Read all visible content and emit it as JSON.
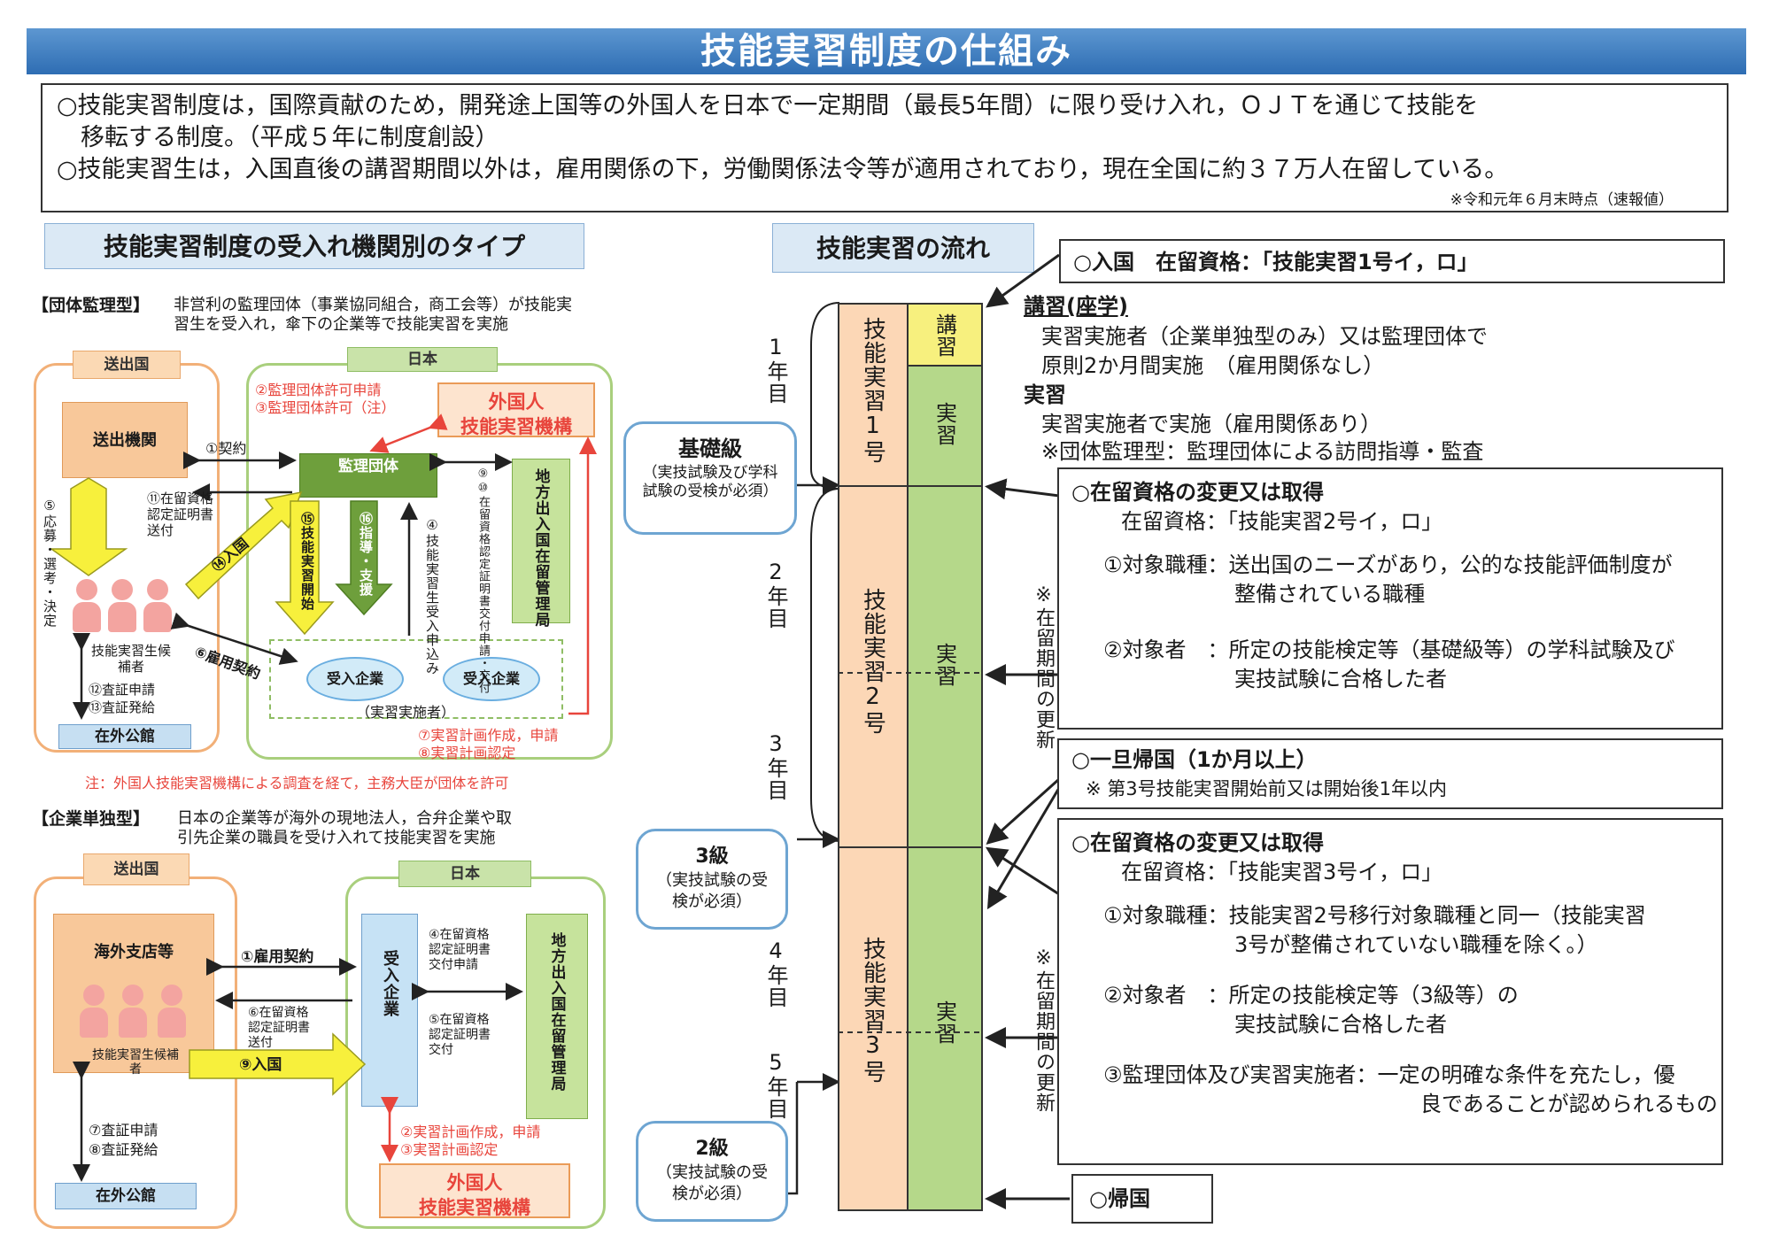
{
  "title": "技能実習制度の仕組み",
  "intro": {
    "line1": "○技能実習制度は，国際貢献のため，開発途上国等の外国人を日本で一定期間（最長5年間）に限り受け入れ，ＯＪＴを通じて技能を",
    "line2": "　移転する制度。（平成５年に制度創設）",
    "line3": "○技能実習生は，入国直後の講習期間以外は，雇用関係の下，労働関係法令等が適用されており，現在全国に約３７万人在留している。",
    "note": "※令和元年６月末時点（速報値）"
  },
  "left": {
    "heading": "技能実習制度の受入れ機関別のタイプ",
    "dantai": {
      "tag": "【団体監理型】",
      "desc1": "非営利の監理団体（事業協同組合，商工会等）が技能実",
      "desc2": "習生を受入れ，傘下の企業等で技能実習を実施",
      "sending_label": "送出国",
      "japan_label": "日本",
      "sending_org": "送出機関",
      "kanri": "監理団体",
      "kiko_line1": "外国人",
      "kiko_line2": "技能実習機構",
      "bureau": "地方出入国在留管理局",
      "enterprise1": "受入企業",
      "enterprise2": "受入企業",
      "implementer": "（実習実施者）",
      "candidates": "技能実習生候補者",
      "embassy": "在外公館",
      "s2": "②監理団体許可申請",
      "s3": "③監理団体許可（注）",
      "s1": "①契約",
      "s11a": "⑪在留資格",
      "s11b": "認定証明書",
      "s11c": "送付",
      "s5": "⑤応募・選考・決定",
      "s14": "⑭入国",
      "s6": "⑥雇用契約",
      "s12": "⑫査証申請",
      "s13": "⑬査証発給",
      "s15": "⑮技能実習開始",
      "s16": "⑯指導・支援",
      "s4": "④技能実習生受入申込み",
      "s910": "⑨⑩在留資格認定証明書交付申請・交付",
      "s7": "⑦実習計画作成，申請",
      "s8": "⑧実習計画認定",
      "note": "注：外国人技能実習機構による調査を経て，主務大臣が団体を許可"
    },
    "kigyo": {
      "tag": "【企業単独型】",
      "desc1": "日本の企業等が海外の現地法人，合弁企業や取",
      "desc2": "引先企業の職員を受け入れて技能実習を実施",
      "sending_label": "送出国",
      "japan_label": "日本",
      "branch": "海外支店等",
      "candidates": "技能実習生候補者",
      "embassy": "在外公館",
      "enterprise": "受入企業",
      "bureau": "地方出入国在留管理局",
      "s1": "①雇用契約",
      "s4a": "④在留資格",
      "s4b": "認定証明書",
      "s4c": "交付申請",
      "s5a": "⑤在留資格",
      "s5b": "認定証明書",
      "s5c": "交付",
      "s6a": "⑥在留資格",
      "s6b": "認定証明書",
      "s6c": "送付",
      "s9": "⑨入国",
      "s7": "⑦査証申請",
      "s8": "⑧査証発給",
      "s2": "②実習計画作成，申請",
      "s3": "③実習計画認定",
      "kiko_line1": "外国人",
      "kiko_line2": "技能実習機構"
    }
  },
  "flow": {
    "heading": "技能実習の流れ",
    "year1": "1年目",
    "year2": "2年目",
    "year3": "3年目",
    "year4": "4年目",
    "year5": "5年目",
    "col1": "技能実習1号",
    "col2": "技能実習2号",
    "col3": "技能実習3号",
    "koshu": "講習",
    "jisshu1": "実習",
    "jisshu2": "実習",
    "jisshu3": "実習",
    "level1_title": "基礎級",
    "level1_desc": "（実技試験及び学科試験の受検が必須）",
    "level2_title": "3級",
    "level2_desc": "（実技試験の受検が必須）",
    "level3_title": "2級",
    "level3_desc": "（実技試験の受検が必須）",
    "renew1": "※在留期間の更新",
    "renew2": "※在留期間の更新",
    "entry_box": "○入国　在留資格：「技能実習1号イ，ロ」",
    "koshu_head": "講習(座学)",
    "koshu_l1": "実習実施者（企業単独型のみ）又は監理団体で",
    "koshu_l2": "原則2か月間実施　（雇用関係なし）",
    "jisshu_head": "実習",
    "jisshu_l1": "実習実施者で実施（雇用関係あり）",
    "jisshu_l2": "※団体監理型：監理団体による訪問指導・監査",
    "change1_head": "○在留資格の変更又は取得",
    "change1_status": "在留資格：「技能実習2号イ，ロ」",
    "change1_c1a": "①対象職種：送出国のニーズがあり，公的な技能評価制度が",
    "change1_c1b": "整備されている職種",
    "change1_c2a": "②対象者　：所定の技能検定等（基礎級等）の学科試験及び",
    "change1_c2b": "実技試験に合格した者",
    "return_head": "○一旦帰国（1か月以上）",
    "return_note": "※ 第3号技能実習開始前又は開始後1年以内",
    "change2_head": "○在留資格の変更又は取得",
    "change2_status": "在留資格：「技能実習3号イ，ロ」",
    "change2_c1a": "①対象職種：技能実習2号移行対象職種と同一（技能実習",
    "change2_c1b": "3号が整備されていない職種を除く。）",
    "change2_c2a": "②対象者　：所定の技能検定等（3級等）の",
    "change2_c2b": "実技試験に合格した者",
    "change2_c3a": "③監理団体及び実習実施者：一定の明確な条件を充たし，優",
    "change2_c3b": "良であることが認められるもの",
    "final": "○帰国"
  }
}
